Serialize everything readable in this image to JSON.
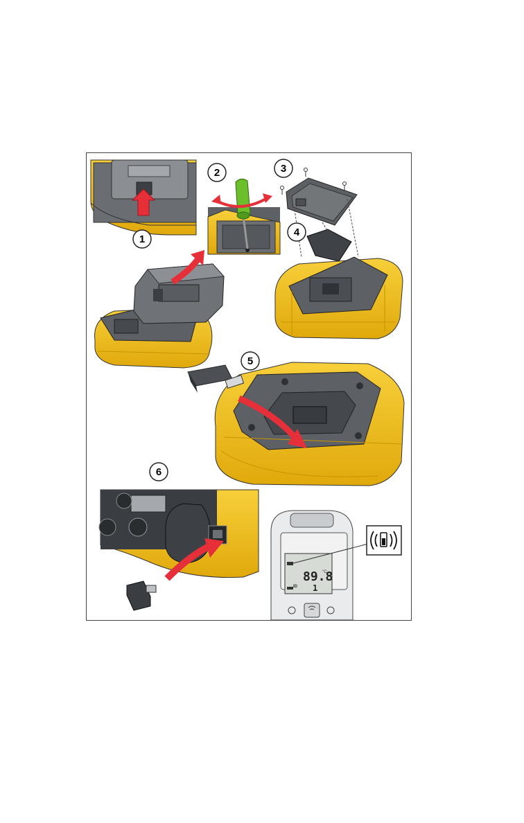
{
  "figure": {
    "steps": [
      {
        "label": "1"
      },
      {
        "label": "2"
      },
      {
        "label": "3"
      },
      {
        "label": "4"
      },
      {
        "label": "5"
      },
      {
        "label": "6"
      }
    ],
    "display": {
      "reading": "89.8",
      "unit": "°C",
      "id_label": "ID",
      "id_value": "1"
    },
    "colors": {
      "case_yellow": "#f5c21a",
      "case_gray": "#55585c",
      "arrow_red": "#e5303a",
      "screwdriver_green": "#6bbf2a"
    },
    "icons": [
      "wireless-signal-icon",
      "wireless-button-icon",
      "red-arrow-icon",
      "screwdriver-icon",
      "usb-stick-icon",
      "wireless-adapter-icon"
    ]
  }
}
